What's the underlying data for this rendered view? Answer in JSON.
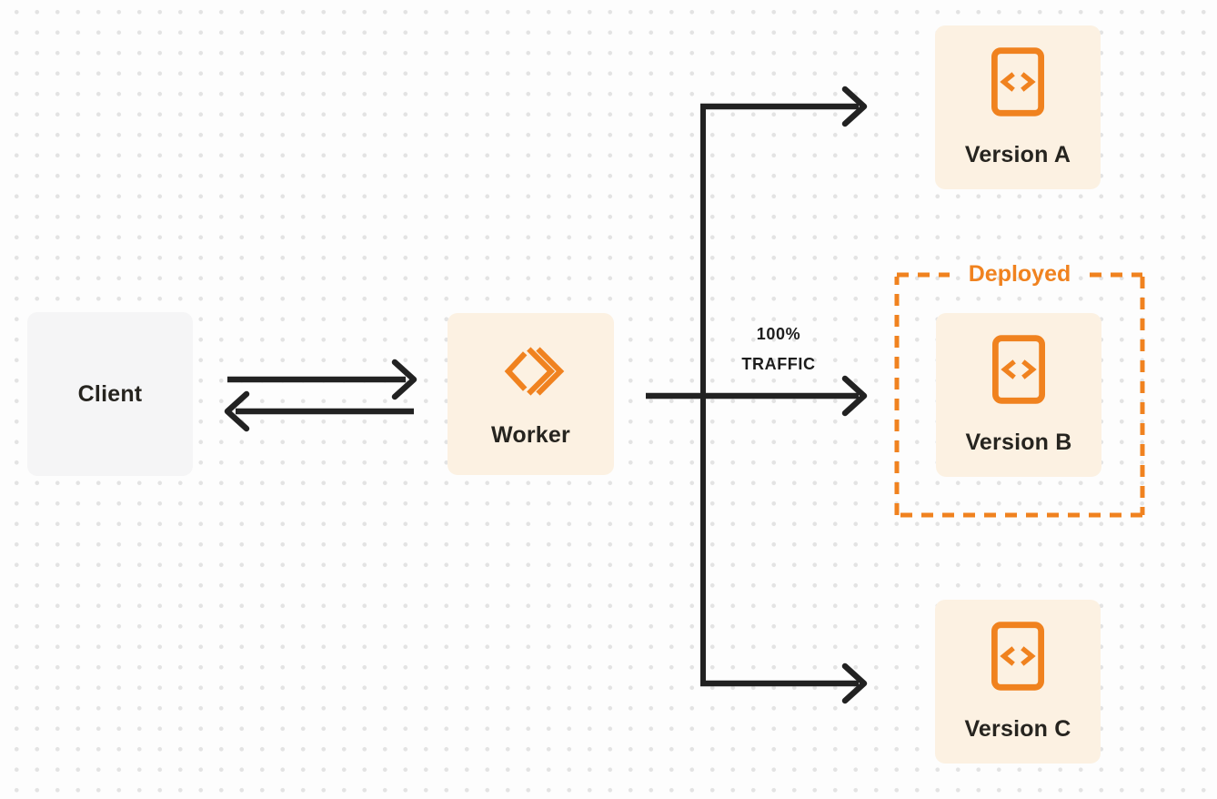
{
  "diagram": {
    "kind": "traffic-routing-flow",
    "colors": {
      "accent_orange": "#f0821f",
      "line_black": "#222222",
      "node_cream_fill": "#fcf1e2",
      "node_gray_fill": "#f5f5f6",
      "background_dot": "#e3e3e3",
      "background": "#fdfdfd"
    },
    "nodes": {
      "client": {
        "label": "Client",
        "icon": "none"
      },
      "worker": {
        "label": "Worker",
        "icon": "workers-logo-icon"
      },
      "version_a": {
        "label": "Version A",
        "icon": "code-file-icon"
      },
      "version_b": {
        "label": "Version B",
        "icon": "code-file-icon"
      },
      "version_c": {
        "label": "Version C",
        "icon": "code-file-icon"
      }
    },
    "group": {
      "label": "Deployed",
      "style": "dashed-orange-border",
      "contains": [
        "version_b"
      ]
    },
    "edges": {
      "client_worker": {
        "type": "bidirectional",
        "from": "client",
        "to": "worker"
      },
      "traffic": {
        "label_line1": "100%",
        "label_line2": "TRAFFIC",
        "from": "worker",
        "to": [
          "version_a",
          "version_b",
          "version_c"
        ]
      }
    }
  }
}
